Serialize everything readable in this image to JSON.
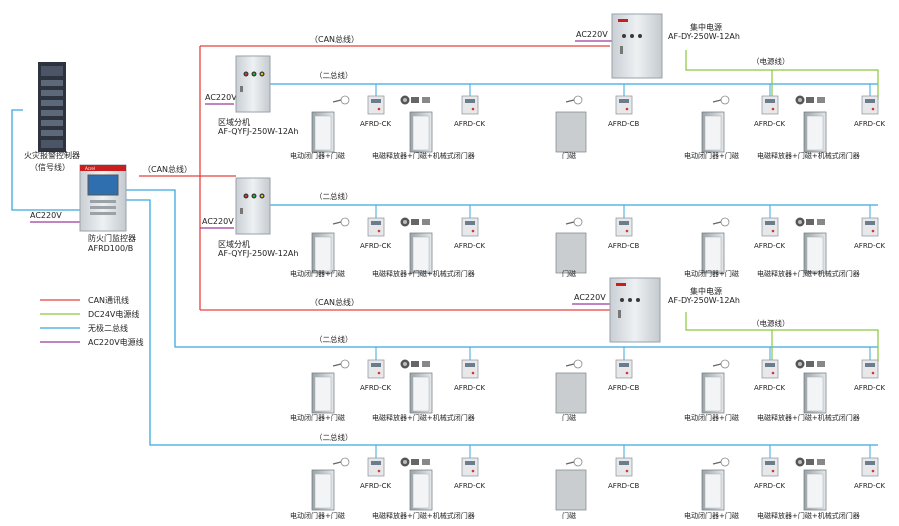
{
  "colors": {
    "can": "#e8413c",
    "power24": "#8cc63f",
    "bus2": "#3aa9e0",
    "ac220": "#9b3b9b",
    "cabinet": "#dfe3e6"
  },
  "fire_alarm": {
    "line1": "火灾报警控制器",
    "line2": "（信号线）"
  },
  "monitor": {
    "name": "防火门监控器",
    "model": "AFRD100/B",
    "ac": "AC220V",
    "can": "（CAN总线）",
    "brand": "Acrel"
  },
  "can_bus_label": "（CAN总线）",
  "bus2_label": "（二总线）",
  "power_line_label": "（电源线）",
  "ac220": "AC220V",
  "region_unit": {
    "name": "区域分机",
    "model": "AF-QYFJ-250W-12Ah"
  },
  "central_power": {
    "name": "集中电源",
    "model": "AF-DY-250W-12Ah"
  },
  "modules": {
    "ck": "AFRD-CK",
    "cb": "AFRD-CB"
  },
  "devices": {
    "electric_closer": "电动闭门器+门磁",
    "magnetic_release": "电磁释放器+门磁+机械式闭门器",
    "door_contact": "门磁"
  },
  "legend": [
    {
      "label": "CAN通讯线",
      "color": "#e8413c"
    },
    {
      "label": "DC24V电源线",
      "color": "#8cc63f"
    },
    {
      "label": "无极二总线",
      "color": "#3aa9e0"
    },
    {
      "label": "AC220V电源线",
      "color": "#9b3b9b"
    }
  ]
}
